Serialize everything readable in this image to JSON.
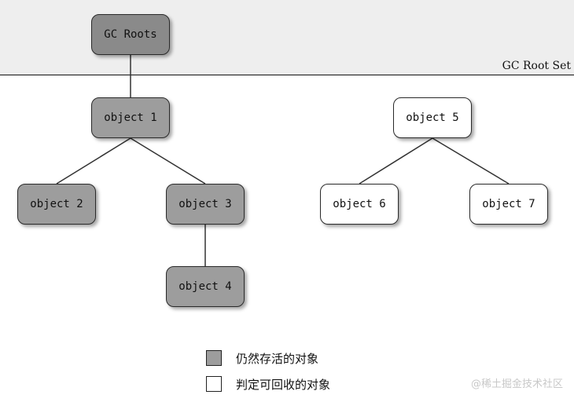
{
  "colors": {
    "alive": "#9d9d9d",
    "root": "#8a8a8a",
    "collectable": "#ffffff",
    "root_set_band": "#eeeeee",
    "edge": "#333333"
  },
  "root_set_label": "GC Root Set",
  "nodes": {
    "gc_roots": "GC Roots",
    "object1": "object 1",
    "object2": "object 2",
    "object3": "object 3",
    "object4": "object 4",
    "object5": "object 5",
    "object6": "object 6",
    "object7": "object 7"
  },
  "edges": [
    [
      "gc_roots",
      "object1"
    ],
    [
      "object1",
      "object2"
    ],
    [
      "object1",
      "object3"
    ],
    [
      "object3",
      "object4"
    ],
    [
      "object5",
      "object6"
    ],
    [
      "object5",
      "object7"
    ]
  ],
  "legend": {
    "alive_label": "仍然存活的对象",
    "collectable_label": "判定可回收的对象"
  },
  "watermark": "@稀土掘金技术社区"
}
